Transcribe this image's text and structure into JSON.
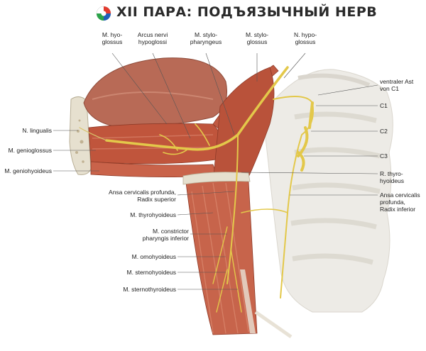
{
  "title": "XII ПАРА: ПОДЪЯЗЫЧНЫЙ НЕРВ",
  "colors": {
    "muscle": "#c0553c",
    "muscle_light": "#d9826a",
    "nerve": "#e3c84a",
    "bone": "#e6e2d8",
    "tongue": "#b86a56"
  },
  "labels": {
    "m_hyoglossus": "M. hyo-\nglossus",
    "arcus": "Arcus nervi\nhypoglossi",
    "m_stylopharyngeus": "M. stylo-\npharyngeus",
    "m_styloglossus": "M. stylo-\nglossus",
    "n_hypoglossus": "N. hypo-\nglossus",
    "ventraler_ast": "ventraler Ast\nvon C1",
    "c1": "C1",
    "c2": "C2",
    "c3": "C3",
    "r_thyrohyoideus": "R. thyro-\nhyoideus",
    "ansa_inferior": "Ansa cervicalis\nprofunda,\nRadix inferior",
    "n_lingualis": "N. lingualis",
    "m_genioglossus": "M. genioglossus",
    "m_geniohyoideus": "M. geniohyoideus",
    "ansa_superior": "Ansa cervicalis profunda,\nRadix superior",
    "m_thyrohyoideus": "M. thyrohyoideus",
    "m_constrictor": "M. constrictor\npharyngis inferior",
    "m_omohyoideus": "M. omohyoideus",
    "m_sternohyoideus": "M. sternohyoideus",
    "m_sternothyroideus": "M. sternothyroideus"
  }
}
